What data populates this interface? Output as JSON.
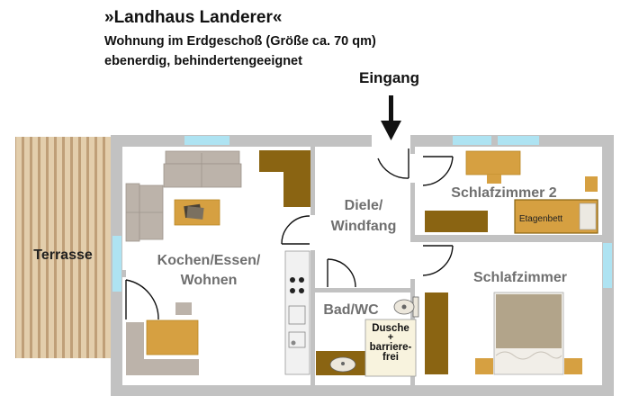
{
  "header": {
    "title": "»Landhaus Landerer«",
    "subtitle_1": "Wohnung im Erdgeschoß (Größe ca. 70 qm)",
    "subtitle_2": "ebenerdig, behindertengeeignet"
  },
  "entrance": {
    "label": "Eingang"
  },
  "rooms": {
    "terrasse": "Terrasse",
    "kochen_1": "Kochen/Essen/",
    "kochen_2": "Wohnen",
    "diele_1": "Diele/",
    "diele_2": "Windfang",
    "schlafzimmer_2": "Schlafzimmer 2",
    "schlafzimmer": "Schlafzimmer",
    "bad": "Bad/WC"
  },
  "labels": {
    "etagenbett": "Etagenbett",
    "dusche_1": "Dusche",
    "dusche_2": "+",
    "dusche_3": "barriere-",
    "dusche_4": "frei"
  },
  "colors": {
    "wall": "#c2c2c2",
    "window": "#aee3f2",
    "sofa": "#bcb3aa",
    "wood_dark": "#8a6412",
    "wood_light": "#d6a041",
    "terrace": "#e3ceac",
    "terrace_stripe": "#bf9f78",
    "bed_cover": "#b2a48a",
    "shower_bg": "#f8f3de"
  }
}
